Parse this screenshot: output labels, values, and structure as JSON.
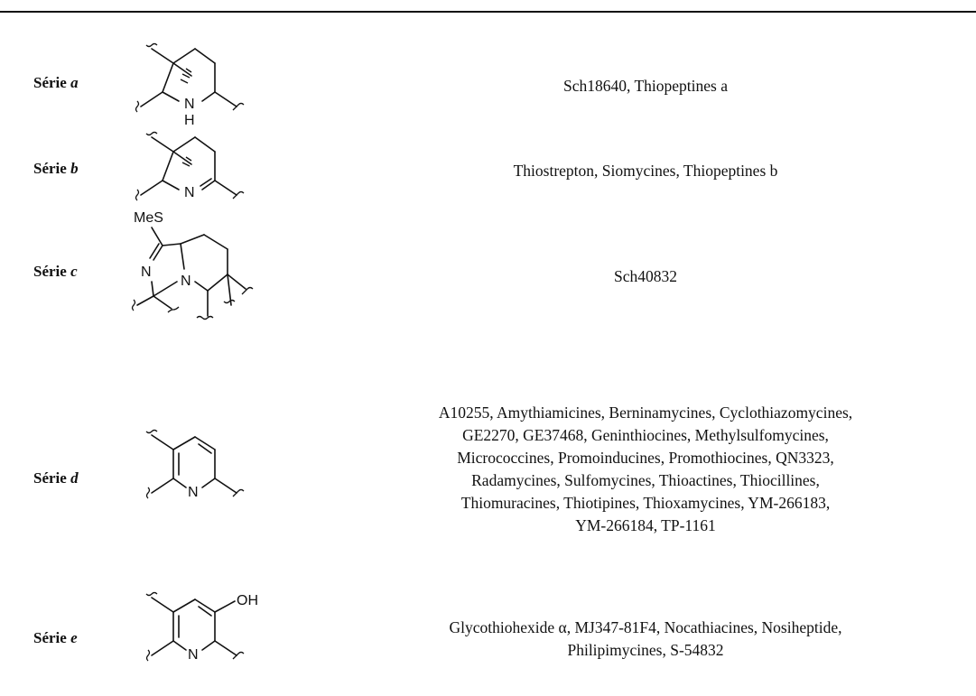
{
  "series": [
    {
      "label_prefix": "Série",
      "letter": "a",
      "atom_labels": [
        "N",
        "H"
      ],
      "compounds": "Sch18640, Thiopeptines a"
    },
    {
      "label_prefix": "Série",
      "letter": "b",
      "atom_labels": [
        "N"
      ],
      "compounds": "Thiostrepton, Siomycines, Thiopeptines b"
    },
    {
      "label_prefix": "Série",
      "letter": "c",
      "atom_labels": [
        "MeS",
        "N",
        "N"
      ],
      "compounds": "Sch40832"
    },
    {
      "label_prefix": "Série",
      "letter": "d",
      "atom_labels": [
        "N"
      ],
      "compounds": "A10255, Amythiamicines, Berninamycines, Cyclothiazomycines,\nGE2270, GE37468, Geninthiocines, Methylsulfomycines,\nMicrococcines, Promoinducines, Promothiocines, QN3323,\nRadamycines, Sulfomycines, Thioactines, Thiocillines,\nThiomuracines, Thiotipines, Thioxamycines, YM-266183,\nYM-266184, TP-1161"
    },
    {
      "label_prefix": "Série",
      "letter": "e",
      "atom_labels": [
        "OH",
        "N"
      ],
      "compounds": "Glycothiohexide α, MJ347-81F4, Nocathiacines, Nosiheptide,\nPhilipimycines, S-54832"
    }
  ]
}
